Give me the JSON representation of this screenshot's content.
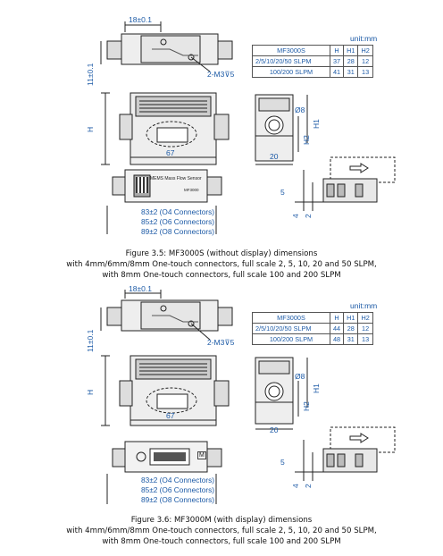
{
  "figures": [
    {
      "unit": "unit:mm",
      "table_header": [
        "MF3000S",
        "H",
        "H1",
        "H2"
      ],
      "table_rows": [
        [
          "2/5/10/20/50 SLPM",
          "37",
          "28",
          "12"
        ],
        [
          "100/200 SLPM",
          "41",
          "31",
          "13"
        ]
      ],
      "dims": {
        "top_width": "18±0.1",
        "side_height": "11±0.1",
        "screw": "2-M3",
        "screw_depth": "5",
        "h": "H",
        "h1": "H1",
        "h2": "H2",
        "phi": "Ø8",
        "length": "67",
        "depth": "20",
        "d5": "5",
        "d4": "4",
        "d2": "2"
      },
      "label_text": "MEMS Mass Flow Sensor",
      "model_text": "MF3000",
      "connectors": [
        "83±2 (O4 Connectors)",
        "85±2 (O6 Connectors)",
        "89±2 (O8 Connectors)"
      ],
      "caption": [
        "Figure 3.5: MF3000S (without display) dimensions",
        "with 4mm/6mm/8mm One-touch connectors, full scale 2, 5, 10, 20 and 50 SLPM,",
        "with 8mm One-touch connectors, full scale 100 and 200 SLPM"
      ]
    },
    {
      "unit": "unit:mm",
      "table_header": [
        "MF3000S",
        "H",
        "H1",
        "H2"
      ],
      "table_rows": [
        [
          "2/5/10/20/50 SLPM",
          "44",
          "28",
          "12"
        ],
        [
          "100/200 SLPM",
          "48",
          "31",
          "13"
        ]
      ],
      "dims": {
        "top_width": "18±0.1",
        "side_height": "11±0.1",
        "screw": "2-M3",
        "screw_depth": "5",
        "h": "H",
        "h1": "H1",
        "h2": "H2",
        "phi": "Ø8",
        "length": "67",
        "depth": "20",
        "d5": "5",
        "d4": "4",
        "d2": "2"
      },
      "display_button": "M",
      "connectors": [
        "83±2 (O4 Connectors)",
        "85±2 (O6 Connectors)",
        "89±2 (O8 Connectors)"
      ],
      "caption": [
        "Figure 3.6: MF3000M (with display) dimensions",
        "with 4mm/6mm/8mm One-touch connectors, full scale 2, 5, 10, 20 and 50 SLPM,",
        "with 8mm One-touch connectors, full scale 100 and 200 SLPM"
      ]
    }
  ]
}
